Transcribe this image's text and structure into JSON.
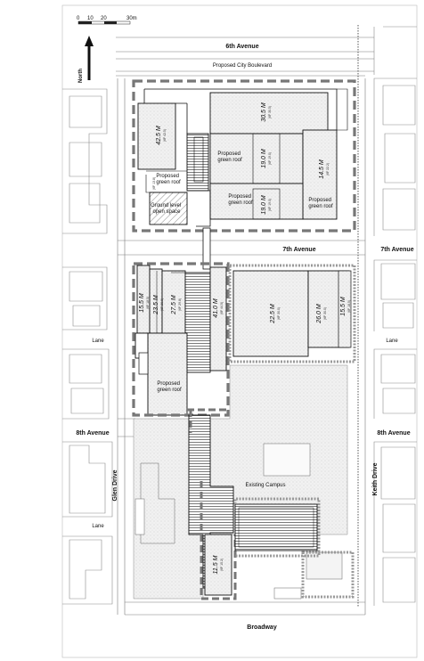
{
  "scale_bar": {
    "ticks": [
      "0",
      "10",
      "20",
      "30m"
    ]
  },
  "north": {
    "label": "North"
  },
  "streets": {
    "sixth_avenue": "6th Avenue",
    "city_boulevard": "Proposed City Boulevard",
    "seventh_avenue_center": "7th Avenue",
    "seventh_avenue_right": "7th Avenue",
    "lane_left_upper": "Lane",
    "lane_right_upper": "Lane",
    "eighth_avenue_left": "8th Avenue",
    "eighth_avenue_right": "8th Avenue",
    "lane_left_lower": "Lane",
    "glen_drive": "Glen Drive",
    "keith_drive": "Keith Drive",
    "broadway": "Broadway"
  },
  "labels": {
    "green_roof_1": [
      "Proposed",
      "green roof"
    ],
    "green_roof_2": [
      "Proposed",
      "green roof"
    ],
    "green_roof_3": [
      "Proposed",
      "green roof"
    ],
    "green_roof_4": [
      "Proposed",
      "green roof"
    ],
    "green_roof_5": [
      "Proposed",
      "green roof"
    ],
    "open_space": [
      "Ground level",
      "open space"
    ],
    "existing_campus": "Existing Campus"
  },
  "heights": {
    "h_42_5": {
      "value": "42.5 M",
      "note": "(6F 42.5)"
    },
    "h_30_5": {
      "value": "30.5 M",
      "note": "(6F 30.5)"
    },
    "h_19_0_a": {
      "value": "19.0 M",
      "note": "(6F 19.0)"
    },
    "h_19_0_b": {
      "value": "19.0 M",
      "note": "(6F 19.0)"
    },
    "h_14_5": {
      "value": "14.5 M",
      "note": "(6F 22.2)"
    },
    "h_15_5_a": {
      "value": "15.5 M",
      "note": "(6F 18.5)"
    },
    "h_23_5": {
      "value": "23.5 M",
      "note": "(6F 30.0)"
    },
    "h_27_5": {
      "value": "27.5 M",
      "note": "(6F 29.8)"
    },
    "h_41_0": {
      "value": "41.0 M",
      "note": "(6F 44.5)"
    },
    "h_22_5": {
      "value": "22.5 M",
      "note": "(6F 30.0)"
    },
    "h_26_0": {
      "value": "26.0 M",
      "note": "(6F 30.0)"
    },
    "h_15_5_b": {
      "value": "15.5 M",
      "note": "(6F 18.5)"
    },
    "h_11_5": {
      "value": "11.5 M",
      "note": "(6F 15.2)"
    },
    "small_note": "(6F 13.8)"
  },
  "colors": {
    "line": "#1a1a1a",
    "boundary": "#7a7a7a",
    "hatch_fill": "#e9e9e9",
    "existing_fill": "#eeeeee"
  }
}
